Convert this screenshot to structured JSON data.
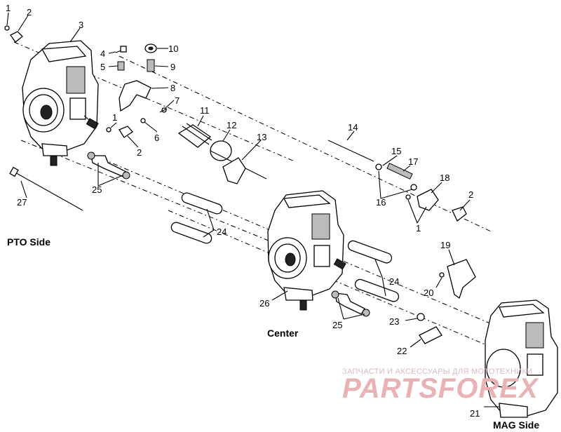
{
  "diagram": {
    "side_labels": {
      "pto": "PTO Side",
      "center": "Center",
      "mag": "MAG Side"
    },
    "callouts": [
      "1",
      "2",
      "3",
      "4",
      "5",
      "10",
      "9",
      "8",
      "7",
      "11",
      "12",
      "13",
      "1",
      "2",
      "6",
      "14",
      "15",
      "17",
      "18",
      "16",
      "1",
      "2",
      "25",
      "27",
      "24",
      "19",
      "20",
      "24",
      "26",
      "23",
      "25",
      "22",
      "21"
    ],
    "watermark": {
      "line1": "ЗАПЧАСТИ И АКСЕССУАРЫ ДЛЯ МОТОТЕХНИКИ",
      "line2": "PARTSFOREX"
    }
  }
}
